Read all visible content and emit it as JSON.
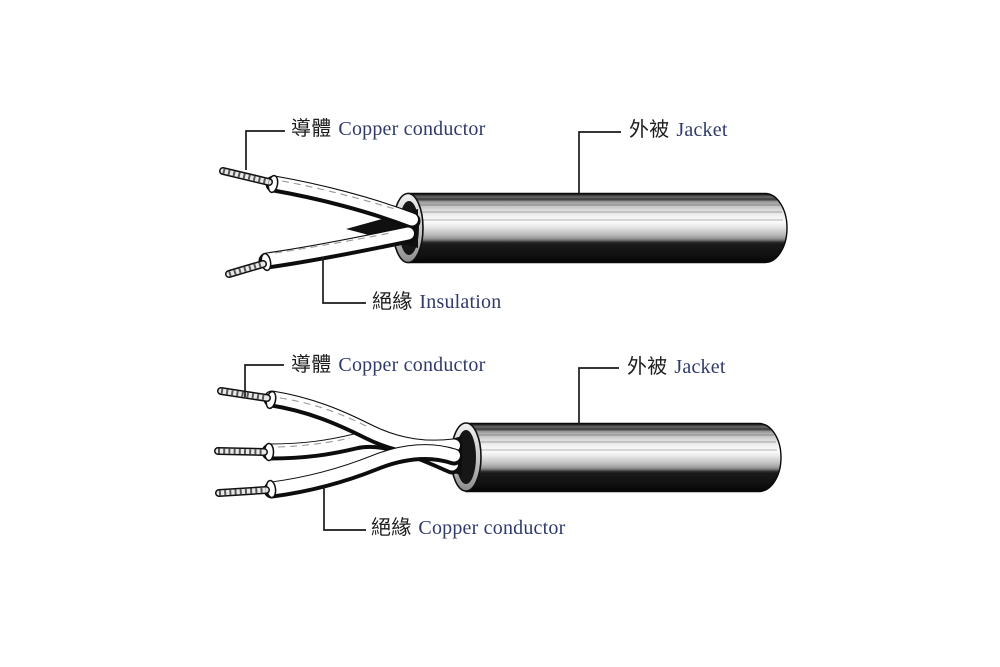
{
  "figure": {
    "description_visible": false,
    "labels": {
      "top_conductor": {
        "zh": "導體",
        "en": "Copper conductor"
      },
      "top_jacket": {
        "zh": "外被",
        "en": "Jacket"
      },
      "top_insulation": {
        "zh": "絕緣",
        "en": "Insulation"
      },
      "bottom_conductor": {
        "zh": "導體",
        "en": "Copper conductor"
      },
      "bottom_jacket": {
        "zh": "外被",
        "en": "Jacket"
      },
      "bottom_insulation": {
        "zh": "絕緣",
        "en": "Copper conductor"
      }
    }
  },
  "colors": {
    "background": "#ffffff",
    "chinese_text": "#1c1c1c",
    "english_text": "#2f3a6b",
    "leader_line": "#1a1a1a",
    "jacket_highlight": "#fbfbfb",
    "jacket_shadow": "#0d0d0d"
  }
}
